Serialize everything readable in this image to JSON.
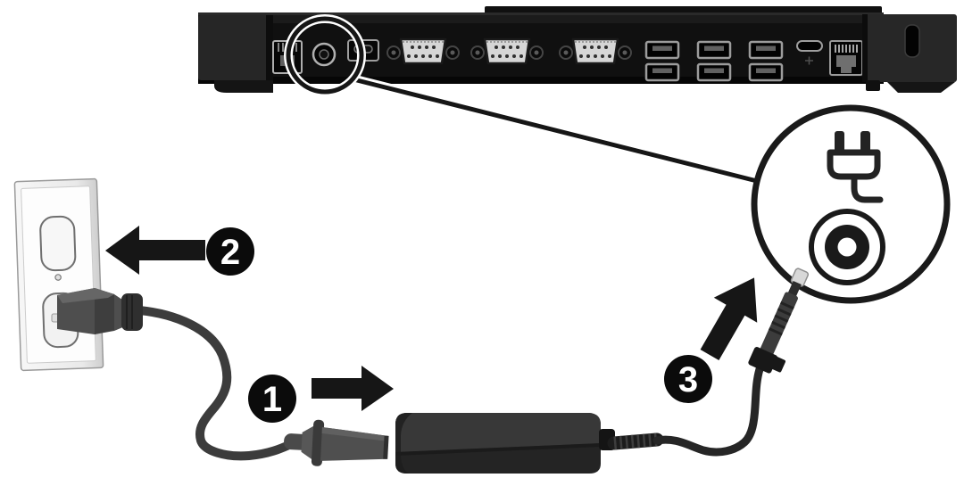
{
  "figure": {
    "kind": "hardware-connection-diagram",
    "background_color": "#ffffff"
  },
  "steps": [
    {
      "number": "1"
    },
    {
      "number": "2"
    },
    {
      "number": "3"
    }
  ],
  "icons": [
    "power-plug-icon",
    "dc-power-jack-icon",
    "arrow-right-icon",
    "arrow-left-icon",
    "arrow-up-icon",
    "security-lock-slot"
  ],
  "colors": {
    "background": "#ffffff",
    "line_art": "#161616",
    "dock_body": "#1e1e1e",
    "port_face": "#d6d6d6",
    "cable_gray": "#3c3c3c",
    "adapter_body": "#2a2a2a",
    "badge_fill": "#0b0b0b",
    "badge_text": "#ffffff"
  }
}
